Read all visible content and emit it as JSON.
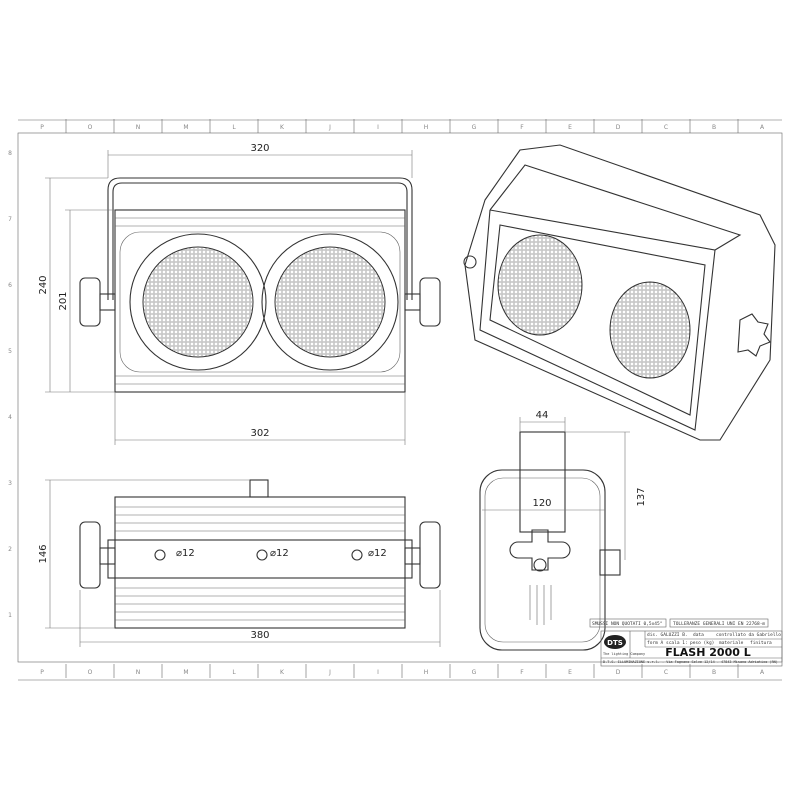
{
  "columns_top": [
    "P",
    "O",
    "N",
    "M",
    "L",
    "K",
    "J",
    "I",
    "H",
    "G",
    "F",
    "E",
    "D",
    "C",
    "B",
    "A"
  ],
  "columns_bottom": [
    "P",
    "O",
    "N",
    "M",
    "L",
    "K",
    "J",
    "I",
    "H",
    "G",
    "F",
    "E",
    "D",
    "C",
    "B",
    "A"
  ],
  "rows": [
    "8",
    "7",
    "6",
    "5",
    "4",
    "3",
    "2",
    "1"
  ],
  "dimensions": {
    "front_width": "320",
    "front_height": "240",
    "front_inner_height": "201",
    "front_body_width": "302",
    "side_bracket_width": "44",
    "side_height": "137",
    "side_width": "120",
    "top_depth": "146",
    "top_width": "380",
    "holes": [
      "⌀12",
      "⌀12",
      "⌀12"
    ]
  },
  "title_block": {
    "note_chamfer": "SMUSSI NON QUOTATI 0,5x45°",
    "note_tolerance": "TOLLERANZE GENERALI UNI EN 22768-m",
    "logo": "DTS",
    "logo_sub": "The lighting Company",
    "drawn_by": "dis. GALUZZI B.",
    "date": "data",
    "checked_by": "controllato da Gabriello",
    "format": "form A",
    "scale": "scala 1:",
    "weight": "peso (kg)",
    "material": "materiale",
    "finish": "finitura",
    "title": "FLASH 2000 L",
    "footer": "D.T.S. ILLUMINAZIONE s.r.l. - Via Fagnano Selve 12/14 - 47843 Misano Adriatico (RN)"
  }
}
